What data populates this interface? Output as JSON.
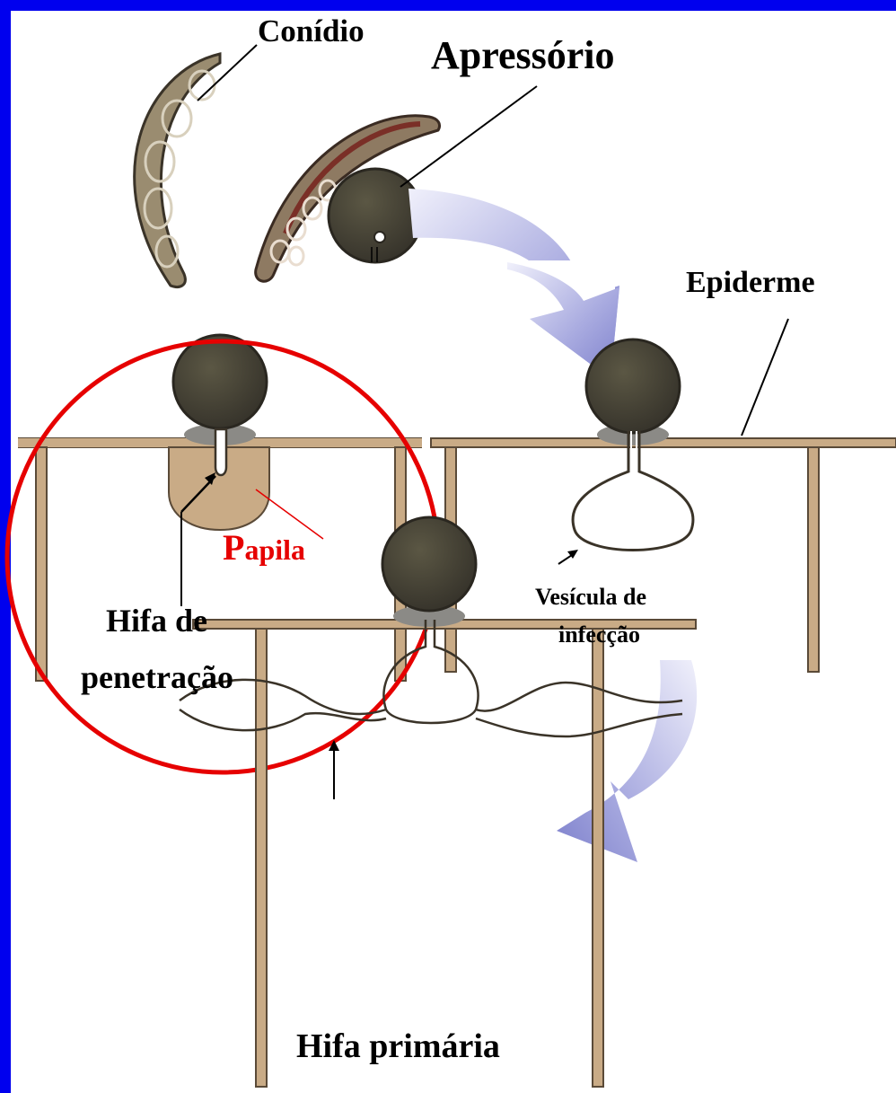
{
  "labels": {
    "conidio": "Conídio",
    "apressorio": "Apressório",
    "epiderme": "Epiderme",
    "papila": "Papila",
    "papila_first": "P",
    "papila_rest": "apila",
    "hifa_penetracao_line1": "Hifa de",
    "hifa_penetracao_line2": "penetração",
    "vesicula_line1": "Vesícula de",
    "vesicula_line2": "infecção",
    "hifa_primaria": "Hifa primária"
  },
  "colors": {
    "background": "#0000ee",
    "panel": "#ffffff",
    "spore": "#4a4636",
    "cell_wall": "#c9ab86",
    "papilla": "#c9ab86",
    "highlight_circle": "#e60000",
    "papila_label": "#e60000",
    "arrow": "#8d8fd6",
    "conidium": "#8e8166",
    "appressorium_conidium": "#7a4a3c"
  }
}
